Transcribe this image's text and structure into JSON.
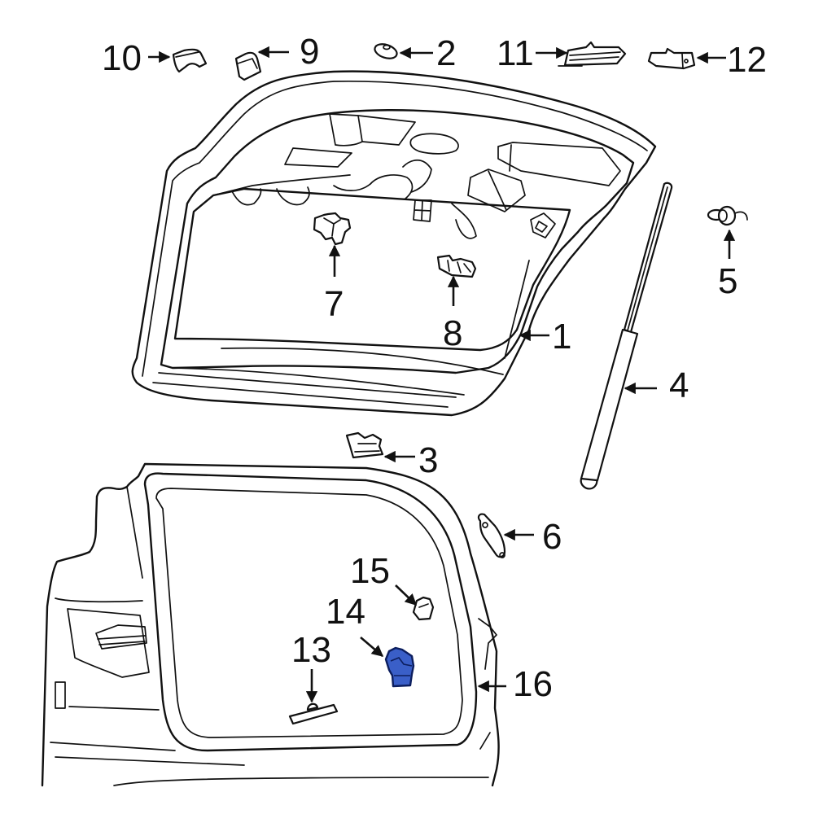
{
  "diagram": {
    "type": "exploded-parts-diagram",
    "subject": "Liftgate assembly",
    "colors": {
      "line": "#111111",
      "background": "#ffffff",
      "highlight_fill": "#3a5fc8",
      "highlight_stroke": "#0c1e5e"
    },
    "highlighted_part": "14",
    "callouts": [
      {
        "id": "1",
        "label": "1",
        "arrow": "left"
      },
      {
        "id": "2",
        "label": "2",
        "arrow": "left"
      },
      {
        "id": "3",
        "label": "3",
        "arrow": "left"
      },
      {
        "id": "4",
        "label": "4",
        "arrow": "left"
      },
      {
        "id": "5",
        "label": "5",
        "arrow": "up"
      },
      {
        "id": "6",
        "label": "6",
        "arrow": "left"
      },
      {
        "id": "7",
        "label": "7",
        "arrow": "up"
      },
      {
        "id": "8",
        "label": "8",
        "arrow": "up"
      },
      {
        "id": "9",
        "label": "9",
        "arrow": "left"
      },
      {
        "id": "10",
        "label": "10",
        "arrow": "right"
      },
      {
        "id": "11",
        "label": "11",
        "arrow": "right"
      },
      {
        "id": "12",
        "label": "12",
        "arrow": "left"
      },
      {
        "id": "13",
        "label": "13",
        "arrow": "down"
      },
      {
        "id": "14",
        "label": "14",
        "arrow": "down-right"
      },
      {
        "id": "15",
        "label": "15",
        "arrow": "down-right"
      },
      {
        "id": "16",
        "label": "16",
        "arrow": "left"
      }
    ]
  }
}
